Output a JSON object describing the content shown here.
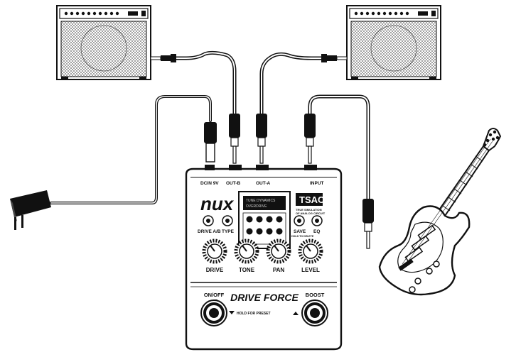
{
  "pedal": {
    "brand": "nux",
    "model": "DRIVE FORCE",
    "tsac_badge": "TSAC",
    "tsac_line1": "TRUE SIMULATION",
    "tsac_line2": "OF ANALOG CIRCUIT",
    "jacks": {
      "dcin": "DCIN 9V",
      "out_b": "OUT-B",
      "out_a": "OUT-A",
      "input": "INPUT"
    },
    "buttons": {
      "drive_ab": "DRIVE A/B",
      "type": "TYPE",
      "save": "SAVE",
      "save_hint": "HOLD TO DELETE",
      "eq": "EQ"
    },
    "knobs": [
      "DRIVE",
      "TONE",
      "PAN",
      "LEVEL"
    ],
    "footswitches": {
      "left": "ON/OFF",
      "right": "BOOST",
      "hint": "HOLD FOR PRESET"
    },
    "display_line1": "TUNE DYNAMICS",
    "display_line2": "OVERDRIVE"
  },
  "icons": [
    "amplifier-icon",
    "power-adapter-icon",
    "electric-guitar-icon",
    "cable-plug-icon"
  ]
}
